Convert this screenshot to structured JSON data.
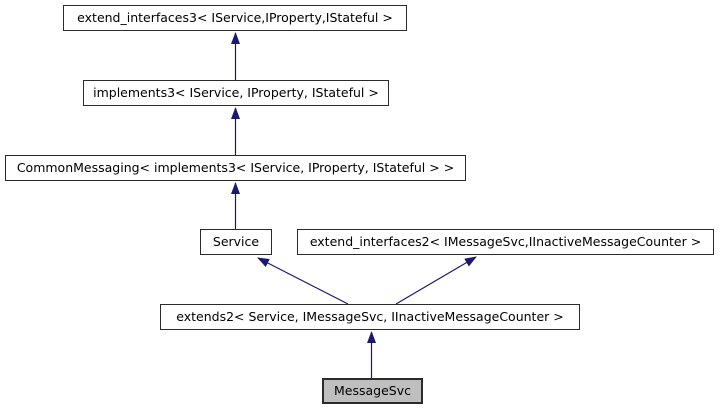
{
  "diagram": {
    "kind": "class-inheritance-graph",
    "nodes": [
      {
        "id": "extend_interfaces3",
        "label": "extend_interfaces3< IService,IProperty,IStateful >",
        "current": false
      },
      {
        "id": "implements3",
        "label": "implements3< IService, IProperty, IStateful >",
        "current": false
      },
      {
        "id": "CommonMessaging",
        "label": "CommonMessaging< implements3< IService, IProperty, IStateful > >",
        "current": false
      },
      {
        "id": "Service",
        "label": "Service",
        "current": false
      },
      {
        "id": "extend_interfaces2",
        "label": "extend_interfaces2< IMessageSvc,IInactiveMessageCounter >",
        "current": false
      },
      {
        "id": "extends2",
        "label": "extends2< Service, IMessageSvc, IInactiveMessageCounter >",
        "current": false
      },
      {
        "id": "MessageSvc",
        "label": "MessageSvc",
        "current": true
      }
    ],
    "edges": [
      {
        "from": "implements3",
        "to": "extend_interfaces3"
      },
      {
        "from": "CommonMessaging",
        "to": "implements3"
      },
      {
        "from": "Service",
        "to": "CommonMessaging"
      },
      {
        "from": "extends2",
        "to": "Service"
      },
      {
        "from": "extends2",
        "to": "extend_interfaces2"
      },
      {
        "from": "MessageSvc",
        "to": "extends2"
      }
    ],
    "colors": {
      "arrow": "#191970",
      "node_border": "#2b2b2b",
      "node_fill": "#ffffff",
      "current_node_fill": "#bfbfbf",
      "text": "#000000",
      "background": "#ffffff"
    }
  }
}
